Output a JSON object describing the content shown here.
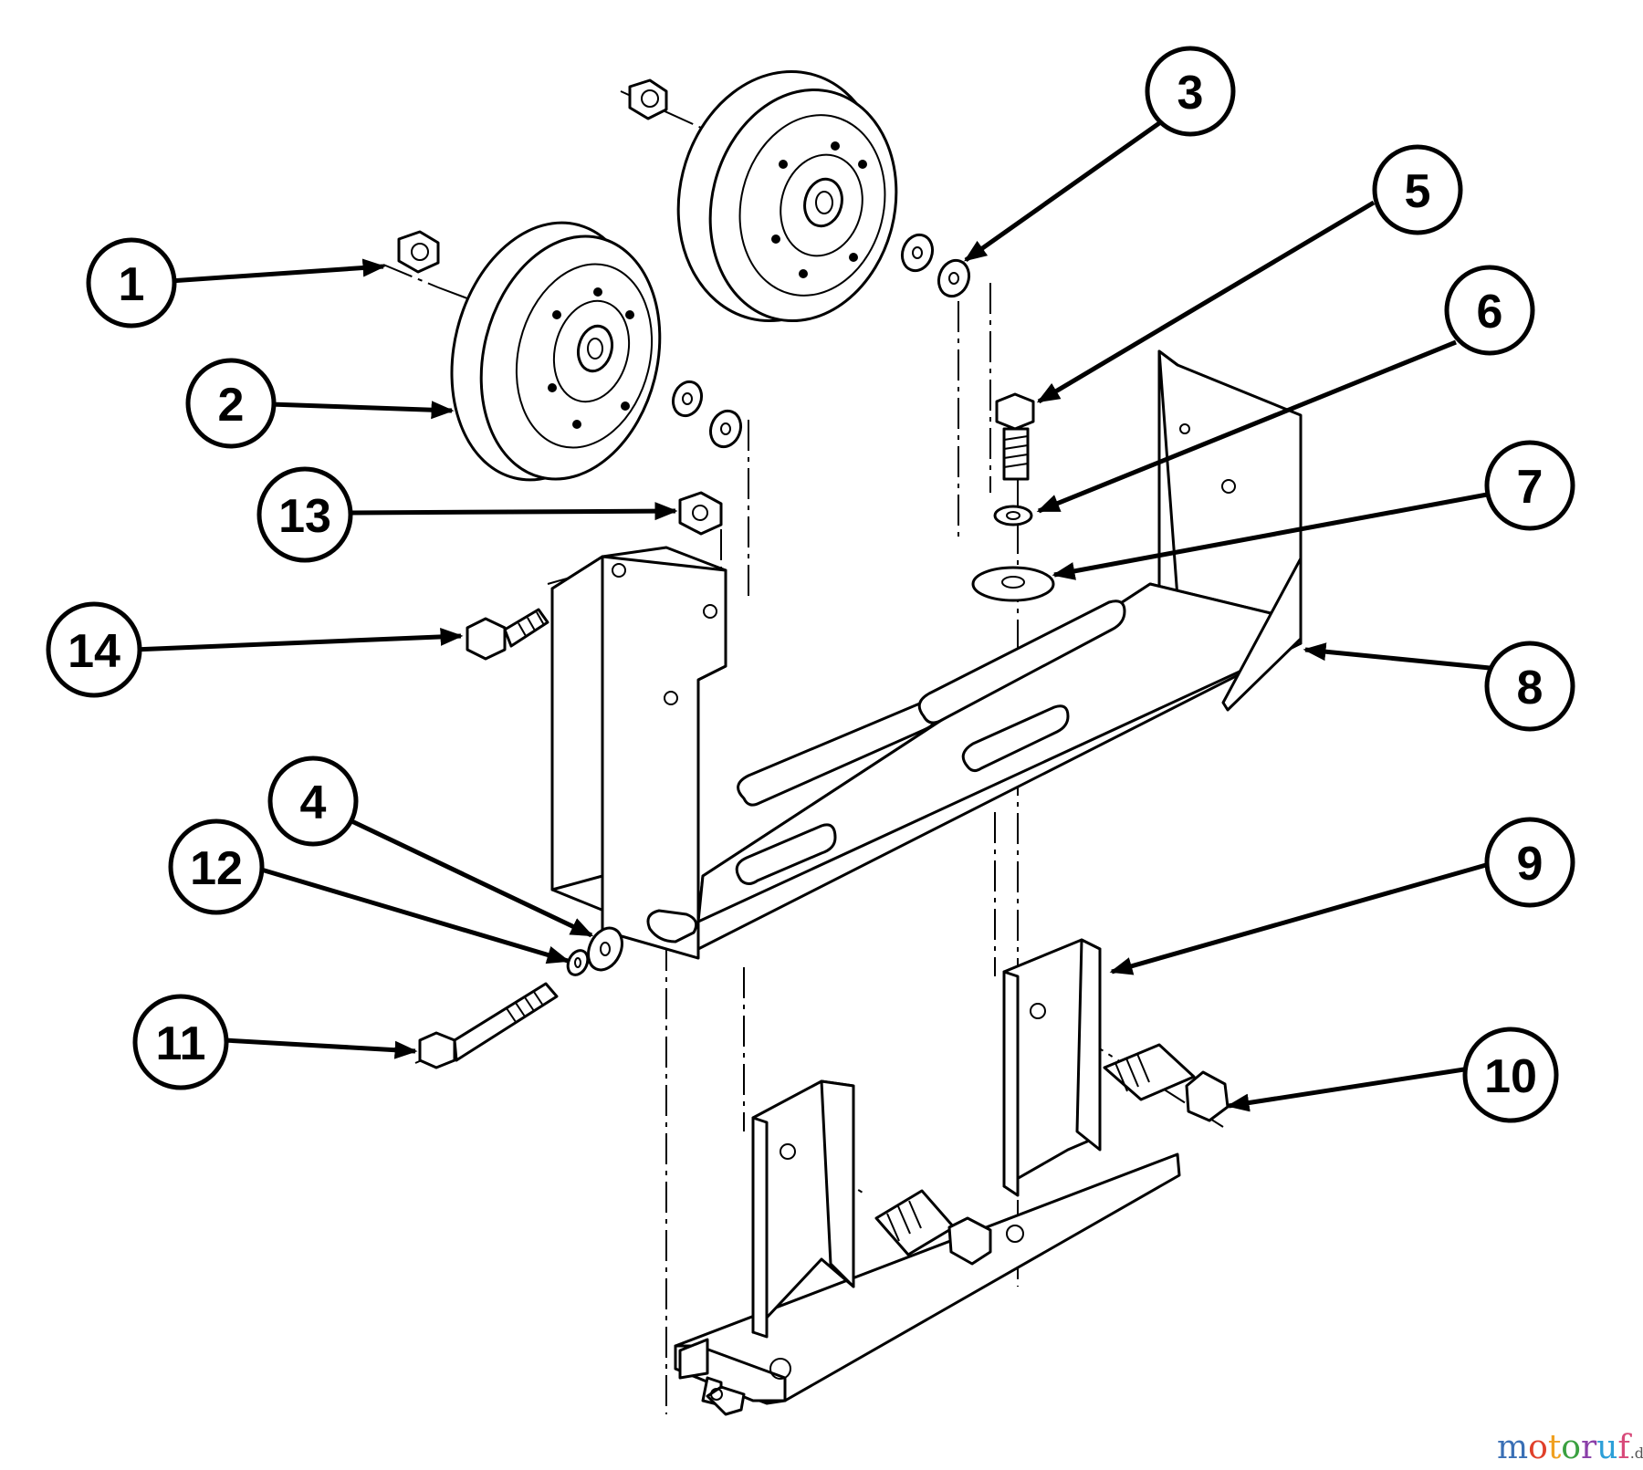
{
  "callouts": [
    {
      "id": "1",
      "label": "1"
    },
    {
      "id": "2",
      "label": "2"
    },
    {
      "id": "3",
      "label": "3"
    },
    {
      "id": "4",
      "label": "4"
    },
    {
      "id": "5",
      "label": "5"
    },
    {
      "id": "6",
      "label": "6"
    },
    {
      "id": "7",
      "label": "7"
    },
    {
      "id": "8",
      "label": "8"
    },
    {
      "id": "9",
      "label": "9"
    },
    {
      "id": "10",
      "label": "10"
    },
    {
      "id": "11",
      "label": "11"
    },
    {
      "id": "12",
      "label": "12"
    },
    {
      "id": "13",
      "label": "13"
    },
    {
      "id": "14",
      "label": "14"
    }
  ],
  "watermark": {
    "letters": [
      "m",
      "o",
      "t",
      "o",
      "r",
      "u",
      "f"
    ],
    "suffix": ".de",
    "colors": [
      "#3a6fb5",
      "#e0402a",
      "#f0a020",
      "#3aa040",
      "#8a3fa8",
      "#2d9fd8",
      "#d84a7a"
    ]
  }
}
